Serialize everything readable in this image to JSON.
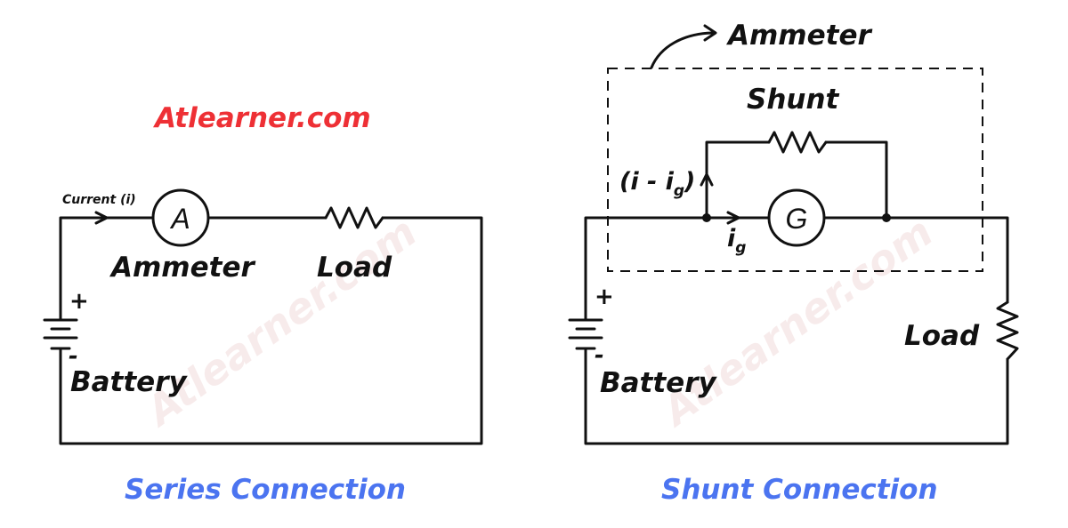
{
  "site": {
    "brand": "Atlearner.com",
    "watermark": "Atlearner.com"
  },
  "colors": {
    "brand": "#ee3035",
    "caption": "#4b74f0",
    "ink": "#111111"
  },
  "series": {
    "caption": "Series Connection",
    "current_label": "Current (i)",
    "meter_symbol": "A",
    "meter_label": "Ammeter",
    "load_label": "Load",
    "battery_label": "Battery",
    "plus": "+",
    "minus": "-"
  },
  "shunt": {
    "caption": "Shunt Connection",
    "ammeter_label": "Ammeter",
    "shunt_label": "Shunt",
    "branch_current_main": "(i - i",
    "branch_current_sub": "g",
    "branch_current_close": ")",
    "galvanometer_current_main": "i",
    "galvanometer_current_sub": "g",
    "meter_symbol": "G",
    "load_label": "Load",
    "battery_label": "Battery",
    "plus": "+",
    "minus": "-"
  }
}
